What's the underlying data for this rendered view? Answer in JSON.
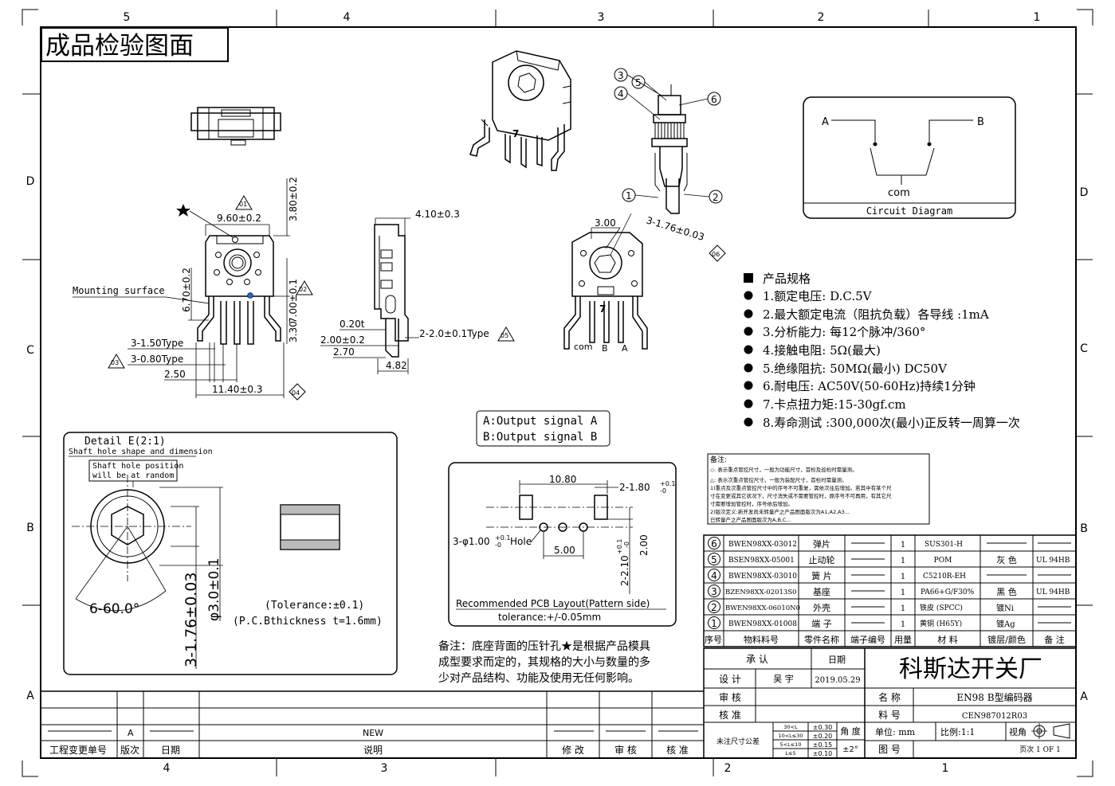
{
  "frame": {
    "top_zones": [
      "5",
      "4",
      "3",
      "2",
      "1"
    ],
    "bottom_zones": [
      "4",
      "3",
      "2",
      "1"
    ],
    "left_rows": [
      "D",
      "C",
      "B",
      "A"
    ],
    "right_rows": [
      "D",
      "C",
      "B",
      "A"
    ]
  },
  "title": "成品检验图面",
  "dims": {
    "d01": "01",
    "w960": "9.60±0.2",
    "h380": "3.80±0.2",
    "w410": "4.10±0.3",
    "h670": "6.70±0.2",
    "h700": "7.00±0.1",
    "d02": "02",
    "h330": "3.30",
    "mounting": "Mounting surface",
    "t150": "3-1.50Type",
    "t080": "3-0.80Type",
    "d03": "03",
    "w250": "2.50",
    "w1140": "11.40±0.3",
    "d04": "04",
    "w020": "0.20t",
    "w200": "2.00±0.2",
    "w270": "2.70",
    "w482": "4.82",
    "t20": "2-2.0±0.1Type",
    "d05": "05",
    "w300": "3.00",
    "r176": "3-1.76±0.03",
    "d06": "06",
    "pin_com": "com",
    "pin_b": "B",
    "pin_a": "A",
    "c1": "1",
    "c2": "2",
    "c3": "3",
    "c4": "4",
    "c5": "5",
    "c6": "6"
  },
  "circuit": {
    "a": "A",
    "b": "B",
    "com": "com",
    "caption": "Circuit Diagram"
  },
  "specs": {
    "heading": "产品规格",
    "items": [
      "1.额定电压: D.C.5V",
      "2.最大额定电流（阻抗负载）各导线 :1mA",
      "3.分析能力: 每12个脉冲/360°",
      "4.接触电阻: 5Ω(最大)",
      "5.绝缘阻抗: 50MΩ(最小) DC50V",
      "6.耐电压: AC50V(50-60Hz)持续1分钟",
      "7.卡点扭力矩:15-30gf.cm",
      "8.寿命测试 :300,000次(最小)正反转一周算一次"
    ]
  },
  "output_signal": {
    "a": "A:Output signal A",
    "b": "B:Output signal B"
  },
  "detail": {
    "title": "Detail E(2:1)",
    "subtitle": "Shaft hole shape and dimension",
    "note1": "Shaft hole position",
    "note2": "will be at random",
    "angle": "6-60.0°",
    "r176": "3-1.76±0.03",
    "d30": "φ3.0±0.1",
    "tol": "(Tolerance:±0.1)",
    "pcb_thk": "(P.C.Bthickness   t=1.6mm)"
  },
  "pcb": {
    "w1080": "10.80",
    "w180": "2-1.80",
    "sup": "+0.1",
    "sub": "-0",
    "hole": "3-φ1.00",
    "hole_sfx": "Hole",
    "w500": "5.00",
    "h200": "2.00",
    "h210": "2-2.10",
    "title": "Recommended PCB Layout(Pattern side)",
    "tol": "tolerance:+/-0.05mm"
  },
  "remark": [
    "备注：底座背面的压针孔★是根据产品模具",
    "成型要求而定的，其规格的大小与数量的多",
    "少对产品结构、功能及使用无任何影响。"
  ],
  "notes": {
    "title": "备注:",
    "lines": [
      "◇: 表示重点管控尺寸，一般为功能尺寸，首检及巡检时需量测。",
      "△: 表示次重点管控尺寸，一般为装配尺寸，首检时需量测。",
      "1)重点及次重点管控尺寸中的序号不可重复，需依次往后增加。若其中有某个尺",
      "寸在变更或其它状况下，尺寸消失或不需要管控时，原序号不可再用，有其它尺",
      "寸需要增加管控时，序号依后增加。",
      "2)版次定义:新开发尚未转量产之产品图面版次为A1,A2,A3...",
      "已转量产之产品图面版次为A,B,C..."
    ]
  },
  "bom": {
    "rows": [
      {
        "no": "6",
        "pn": "BWEN98XX-03012",
        "name": "弹片",
        "qty": "1",
        "mat": "SUS301-H",
        "finish": "",
        "rating": ""
      },
      {
        "no": "5",
        "pn": "BSEN98XX-05001",
        "name": "止动轮",
        "qty": "1",
        "mat": "POM",
        "finish": "灰 色",
        "rating": "UL 94HB"
      },
      {
        "no": "4",
        "pn": "BWEN98XX-03010",
        "name": "簧 片",
        "qty": "1",
        "mat": "C5210R-EH",
        "finish": "",
        "rating": ""
      },
      {
        "no": "3",
        "pn": "BZEN98XX-02013S0",
        "name": "基座",
        "qty": "1",
        "mat": "PA66+G/F30%",
        "finish": "黑 色",
        "rating": "UL 94HB"
      },
      {
        "no": "2",
        "pn": "BWEN98XX-06010N0",
        "name": "外壳",
        "qty": "1",
        "mat": "铁皮 (SPCC)",
        "finish": "镀Ni",
        "rating": ""
      },
      {
        "no": "1",
        "pn": "BWEN98XX-01008",
        "name": "端 子",
        "qty": "1",
        "mat": "黄铜 (H65Y)",
        "finish": "镀Ag",
        "rating": ""
      }
    ],
    "headers": [
      "序号",
      "物料料号",
      "零件名称",
      "端子编号",
      "用量",
      "材   料",
      "镀层/颜色",
      "备  注"
    ]
  },
  "title_block": {
    "approve": "承      认",
    "date_label": "日期",
    "company": "科斯达开关厂",
    "design": "设   计",
    "designer": "吴 宇",
    "date": "2019.05.29",
    "name_label": "名   称",
    "name_value": "EN98   B型编码器",
    "check": "审   核",
    "pn_label": "料   号",
    "pn_value": "CEN987012R03",
    "approve2": "核   准",
    "tol_title": "未注尺寸公差",
    "tol_rows": [
      {
        "range": "30<L",
        "val": "±0.30"
      },
      {
        "range": "10<L≤30",
        "val": "±0.20"
      },
      {
        "range": "5<L≤10",
        "val": "±0.15"
      },
      {
        "range": "L≤5",
        "val": "±0.10"
      }
    ],
    "angle_label": "角 度",
    "angle_val": "±2°",
    "unit": "单位: mm",
    "scale": "比例:1:1",
    "view": "视角",
    "drawing_no": "图   号",
    "page": "页次  1 OF 1"
  },
  "revision": {
    "rev": "A",
    "desc": "NEW",
    "headers": [
      "工程变更单号",
      "版次",
      "日期",
      "说明",
      "修 改",
      "审 核",
      "核 准"
    ]
  }
}
